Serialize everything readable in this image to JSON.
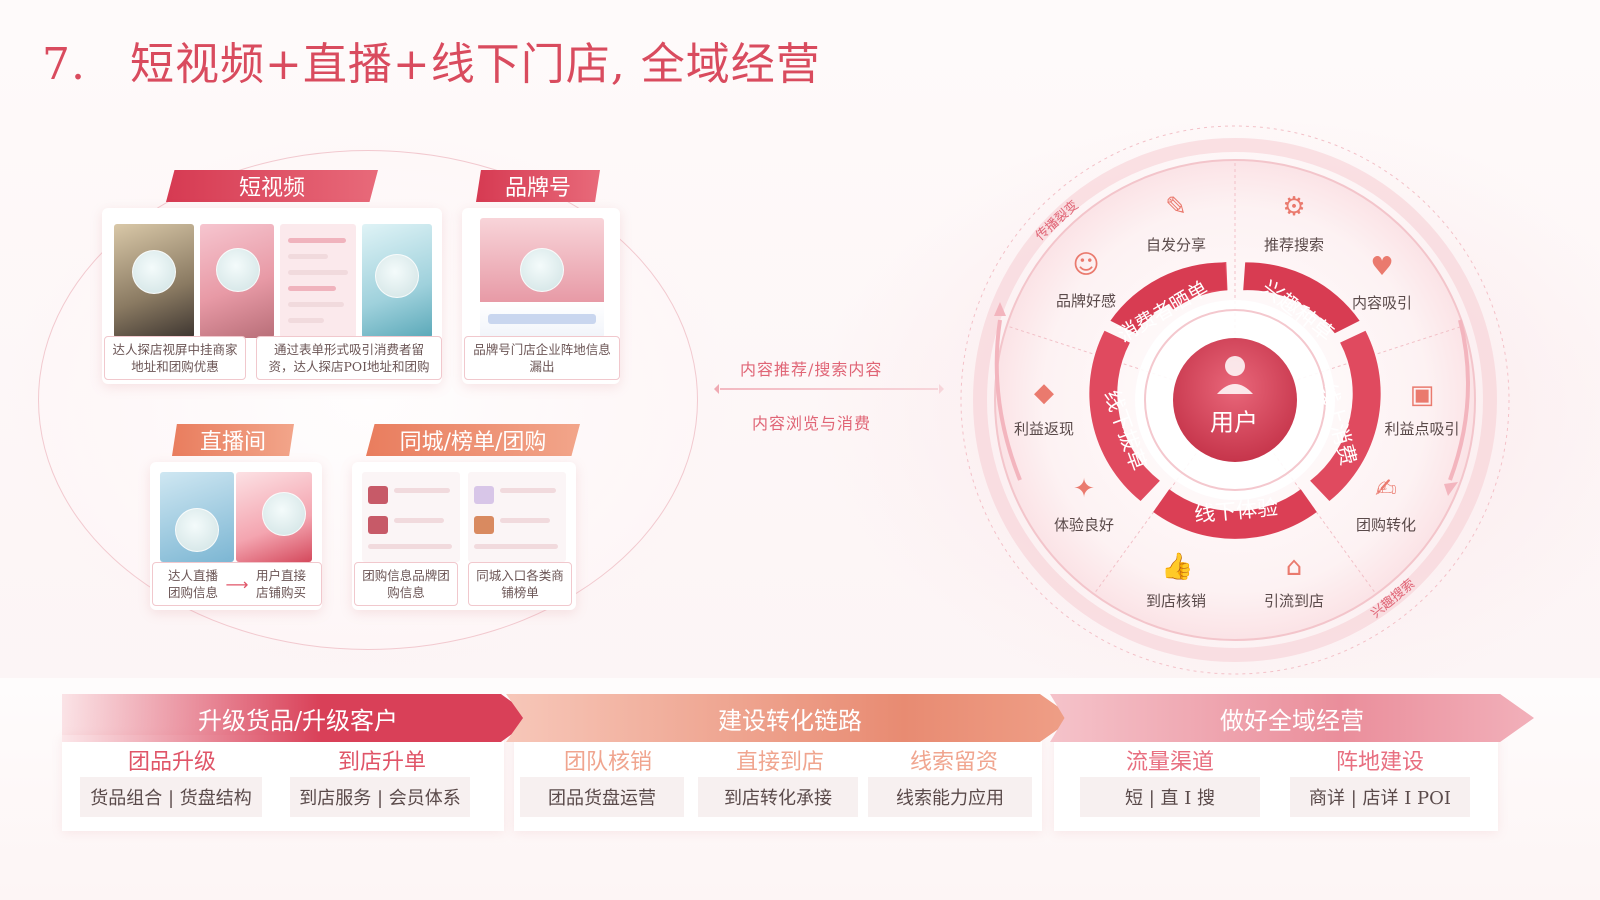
{
  "title": {
    "number": "7.",
    "text": "短视频+直播+线下门店, 全域经营"
  },
  "left": {
    "short_video": {
      "tag": "短视频",
      "caption1": "达人探店视屏中挂商家地址和团购优惠",
      "caption2": "通过表单形式吸引消费者留资，达人探店POI地址和团购"
    },
    "brand": {
      "tag": "品牌号",
      "caption": "品牌号门店企业阵地信息漏出"
    },
    "live": {
      "tag": "直播间",
      "caption_left": "达人直播团购信息",
      "caption_right": "用户直接店铺购买"
    },
    "local": {
      "tag": "同城/榜单/团购",
      "caption_left": "团购信息品牌团购信息",
      "caption_right": "同城入口各类商铺榜单"
    }
  },
  "middle": {
    "top": "内容推荐/搜索内容",
    "bottom": "内容浏览与消费"
  },
  "wheel": {
    "center": "用户",
    "ring": [
      "消费者晒单",
      "兴趣种草",
      "线上消费",
      "线下体验",
      "线下拔草"
    ],
    "outer": [
      {
        "label": "自发分享",
        "icon": "edit-note-icon"
      },
      {
        "label": "推荐搜索",
        "icon": "search-settings-icon"
      },
      {
        "label": "内容吸引",
        "icon": "heart-icon"
      },
      {
        "label": "利益点吸引",
        "icon": "ticket-icon"
      },
      {
        "label": "团购转化",
        "icon": "edit-doc-icon"
      },
      {
        "label": "引流到店",
        "icon": "store-icon"
      },
      {
        "label": "到店核销",
        "icon": "thumbs-up-icon"
      },
      {
        "label": "体验良好",
        "icon": "sparkle-icon"
      },
      {
        "label": "利益返现",
        "icon": "price-tag-icon"
      },
      {
        "label": "品牌好感",
        "icon": "smile-icon"
      }
    ],
    "arc_top": "传播裂变",
    "arc_bottom": "兴趣搜索"
  },
  "bottom": {
    "sections": [
      {
        "banner": "升级货品/升级客户",
        "items": [
          {
            "head": "团品升级",
            "box": "货品组合 | 货盘结构"
          },
          {
            "head": "到店升单",
            "box": "到店服务 | 会员体系"
          }
        ]
      },
      {
        "banner": "建设转化链路",
        "items": [
          {
            "head": "团队核销",
            "box": "团品货盘运营"
          },
          {
            "head": "直接到店",
            "box": "到店转化承接"
          },
          {
            "head": "线索留资",
            "box": "线索能力应用"
          }
        ]
      },
      {
        "banner": "做好全域经营",
        "items": [
          {
            "head": "流量渠道",
            "box": "短 | 直 I 搜"
          },
          {
            "head": "阵地建设",
            "box": "商详 | 店详 I POI"
          }
        ]
      }
    ]
  },
  "colors": {
    "accent": "#d94b5e",
    "orange": "#ea7a5e",
    "light": "#f3b9c1"
  }
}
